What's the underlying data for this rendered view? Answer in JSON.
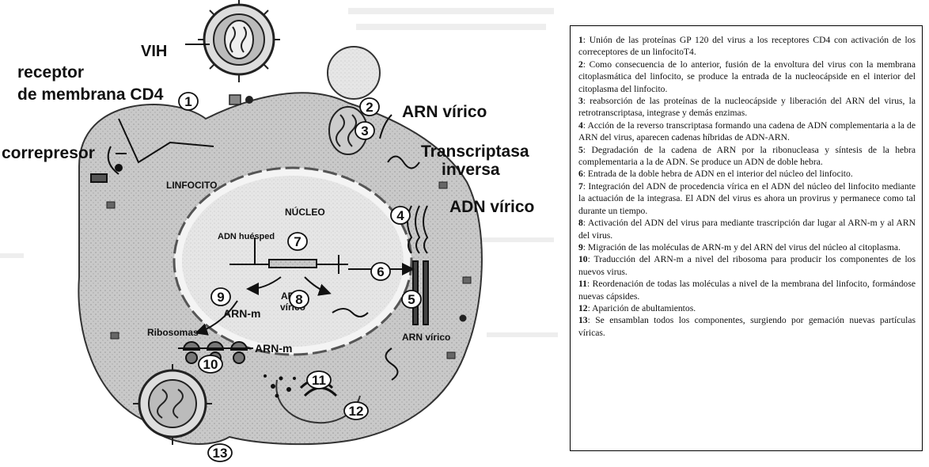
{
  "diagram": {
    "labels": {
      "vih": "VIH",
      "receptor_line1": "receptor",
      "receptor_line2": "de membrana CD4",
      "correpresor": "correpresor",
      "linfocito": "LINFOCITO",
      "nucleo": "NÚCLEO",
      "arn_virico": "ARN vírico",
      "transcriptasa_line1": "Transcriptasa",
      "transcriptasa_line2": "inversa",
      "adn_virico": "ADN vírico",
      "adn_huesped": "ADN huésped",
      "arn_m": "ARN-m",
      "arn_virico_nucleus_line1": "ARN",
      "arn_virico_nucleus_line2": "vírico",
      "arn_virico_cyto": "ARN vírico",
      "ribosomas": "Ribosomas",
      "arn_m_ribosome": "ARN-m"
    },
    "step_markers": [
      "1",
      "2",
      "3",
      "4",
      "5",
      "6",
      "7",
      "8",
      "9",
      "10",
      "11",
      "12",
      "13"
    ]
  },
  "legend": {
    "items": [
      {
        "num": "1",
        "text": ": Unión de las proteínas GP 120 del virus a los receptores CD4 con activación de los correceptores de un linfocitoT4."
      },
      {
        "num": "2",
        "text": ": Como consecuencia de lo anterior, fusión de la envoltura del virus con la membrana citoplasmática del linfocito, se produce la entrada de la nucleocápside en el interior del citoplasma del linfocito."
      },
      {
        "num": "3",
        "text": ": reabsorción de las proteínas de la nucleocápside y liberación del ARN del virus, la retrotranscriptasa, integrase y demás enzimas."
      },
      {
        "num": "4",
        "text": ": Acción de la reverso transcriptasa formando una cadena de ADN complementaria a la de ARN del virus, aparecen cadenas híbridas de ADN-ARN."
      },
      {
        "num": "5",
        "text": ": Degradación de la cadena de ARN por la ribonucleasa y síntesis de la hebra complementaria a la de ADN. Se produce un ADN de doble hebra."
      },
      {
        "num": "6",
        "text": ": Entrada de la doble hebra de ADN en el interior del núcleo del linfocito."
      },
      {
        "num": "7",
        "text": ": Integración del ADN de procedencia vírica en el ADN del núcleo del linfocito mediante la actuación de la integrasa. El ADN del virus es ahora un provirus y permanece como tal durante un tiempo."
      },
      {
        "num": "8",
        "text": ": Activación del ADN del virus para mediante trascripción dar lugar al ARN-m y al ARN del virus."
      },
      {
        "num": "9",
        "text": ": Migración de las moléculas de ARN-m y del ARN del virus del núcleo al citoplasma."
      },
      {
        "num": "10",
        "text": ": Traducción del ARN-m a nivel del ribosoma para producir los componentes de los nuevos virus."
      },
      {
        "num": "11",
        "text": ": Reordenación de todas las moléculas a nivel de la membrana del linfocito, formándose nuevas cápsides."
      },
      {
        "num": "12",
        "text": ": Aparición de abultamientos."
      },
      {
        "num": "13",
        "text": ": Se ensamblan todos los componentes, surgiendo por gemación nuevas partículas víricas."
      }
    ]
  }
}
